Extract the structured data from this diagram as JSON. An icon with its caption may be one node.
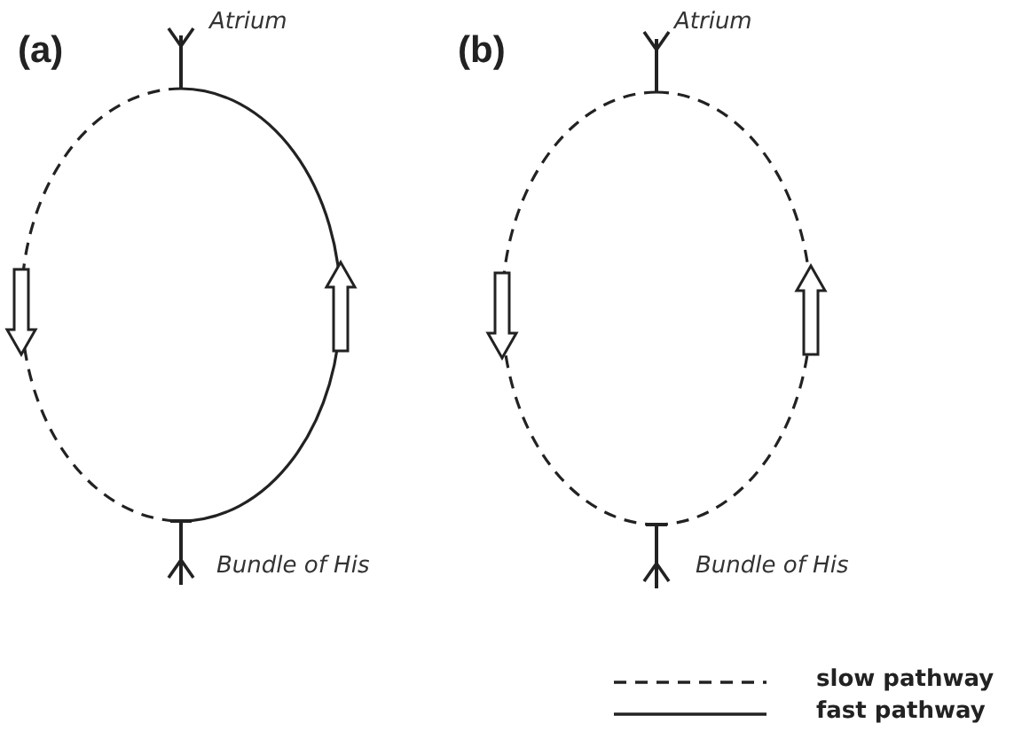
{
  "diagram": {
    "labels": [
      "(a)",
      "Atrium",
      "Bundle of His",
      "(b)",
      "Atrium",
      "Bundle of His"
    ],
    "legend": [
      {
        "text": "slow pathway"
      },
      {
        "text": "fast pathway"
      }
    ]
  }
}
